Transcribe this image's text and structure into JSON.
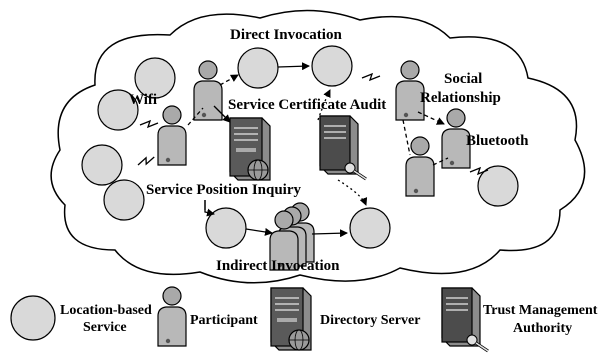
{
  "diagram": {
    "labels": {
      "direct_invocation": "Direct Invocation",
      "indirect_invocation": "Indirect Invocation",
      "wifi": "Wifi",
      "service_certificate_audit": "Service Certificate Audit",
      "social": "Social",
      "relationship": "Relationship",
      "bluetooth": "Bluetooth",
      "service_position_inquiry": "Service Position Inquiry"
    }
  },
  "legend": {
    "location_based_line1": "Location-based",
    "location_based_line2": "Service",
    "participant": "Participant",
    "directory_server": "Directory Server",
    "trust_management_line1": "Trust Management",
    "trust_management_line2": "Authority"
  },
  "colors": {
    "service_fill": "#d9d9d9",
    "server_dark": "#3a3a3a",
    "person_fill": "#b5b5b5",
    "cloud_fill": "#ffffff",
    "stroke": "#000000"
  }
}
